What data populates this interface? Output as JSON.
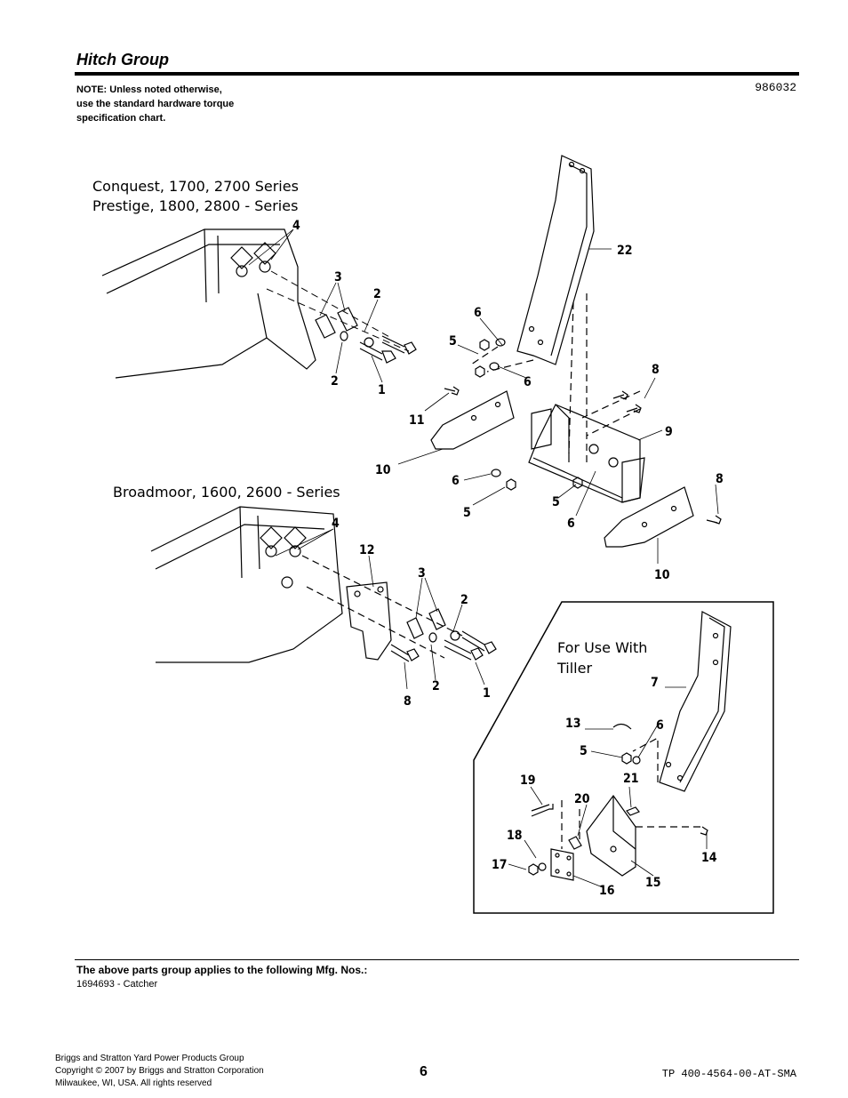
{
  "header": {
    "title": "Hitch Group",
    "note_line1": "NOTE: Unless noted otherwise,",
    "note_line2": "use the standard hardware torque",
    "note_line3": "specification chart.",
    "doc_number": "986032"
  },
  "diagram": {
    "caption_top_1": "Conquest, 1700,  2700 Series",
    "caption_top_2": "Prestige, 1800, 2800 - Series",
    "caption_mid": "Broadmoor, 1600, 2600 - Series",
    "inset_caption_1": "For Use With",
    "inset_caption_2": "Tiller",
    "callouts": {
      "c4a": "4",
      "c3a": "3",
      "c2a": "2",
      "c2b": "2",
      "c1a": "1",
      "c22": "22",
      "c6a": "6",
      "c5a": "5",
      "c6b": "6",
      "c8a": "8",
      "c11": "11",
      "c9": "9",
      "c10a": "10",
      "c8b": "8",
      "c6c": "6",
      "c5b": "5",
      "c5c": "5",
      "c6d": "6",
      "c10b": "10",
      "c4b": "4",
      "c12": "12",
      "c3b": "3",
      "c2c": "2",
      "c2d": "2",
      "c1b": "1",
      "c8c": "8",
      "c7": "7",
      "c13": "13",
      "c6e": "6",
      "c5d": "5",
      "c19": "19",
      "c21": "21",
      "c20": "20",
      "c18": "18",
      "c14": "14",
      "c17": "17",
      "c16": "16",
      "c15": "15"
    }
  },
  "applies": {
    "heading": "The above parts group applies to the following Mfg. Nos.:",
    "item": "1694693 - Catcher"
  },
  "footer": {
    "line1": "Briggs and Stratton Yard Power Products Group",
    "line2": "Copyright ©  2007 by Briggs and Stratton Corporation",
    "line3": "Milwaukee, WI, USA. All rights reserved",
    "page_number": "6",
    "tp_code": "TP 400-4564-00-AT-SMA"
  }
}
